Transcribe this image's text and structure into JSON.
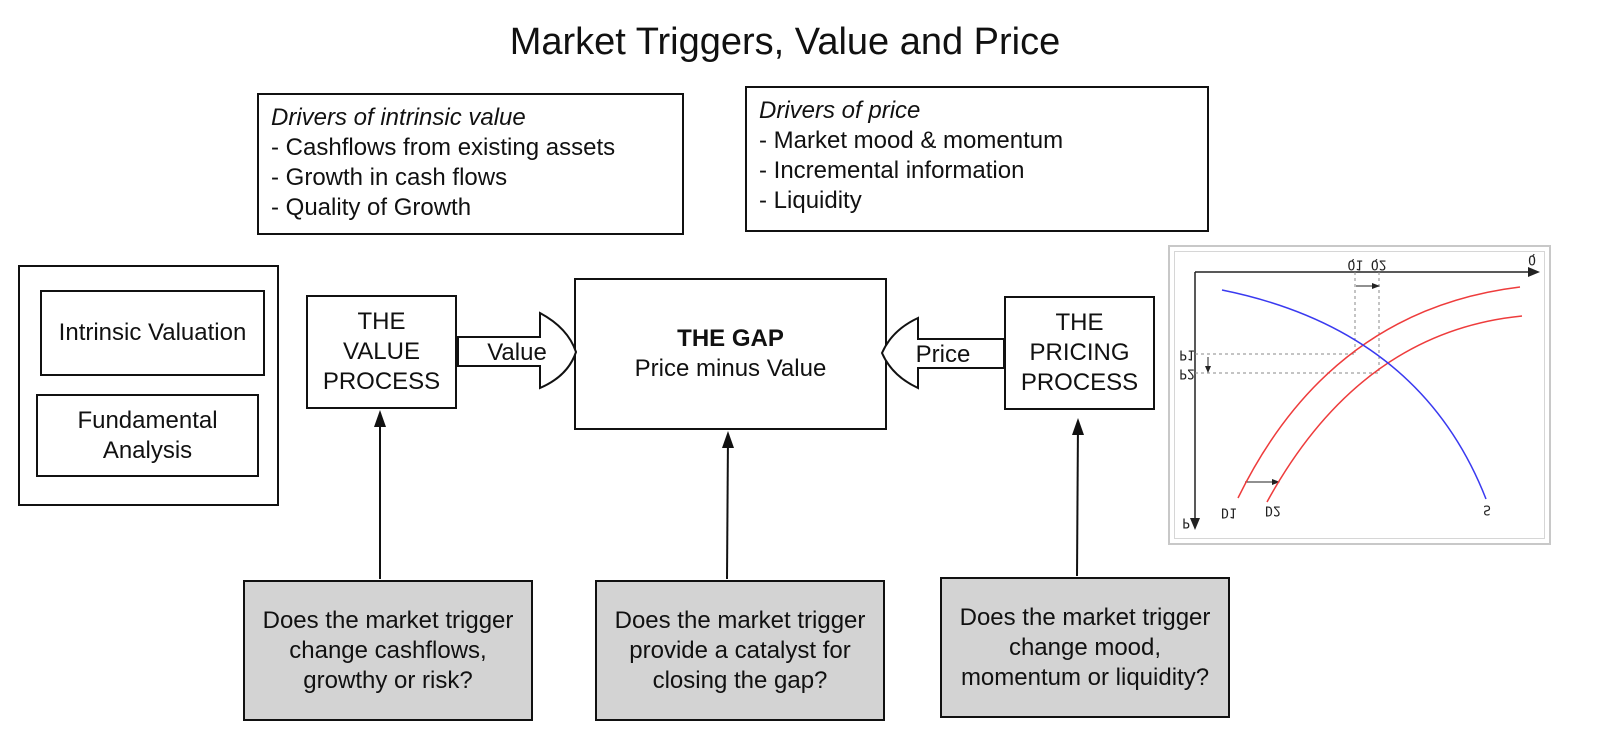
{
  "title": "Market Triggers, Value and Price",
  "intrinsic_drivers": {
    "heading": "Drivers of intrinsic value",
    "items": [
      "- Cashflows from existing assets",
      "- Growth in cash flows",
      "- Quality of Growth"
    ]
  },
  "price_drivers": {
    "heading": "Drivers of price",
    "items": [
      "- Market mood & momentum",
      "- Incremental information",
      "- Liquidity"
    ]
  },
  "methods": {
    "intrinsic_valuation": "Intrinsic Valuation",
    "fundamental_analysis": "Fundamental Analysis"
  },
  "value_process": "THE VALUE PROCESS",
  "value_arrow_label": "Value",
  "gap": {
    "title": "THE GAP",
    "subtitle": "Price minus Value"
  },
  "price_arrow_label": "Price",
  "pricing_process": "THE PRICING PROCESS",
  "questions": {
    "value": "Does the market trigger change cashflows, growthy or risk?",
    "gap": "Does the market trigger provide a catalyst for closing the gap?",
    "price": "Does the market trigger change mood, momentum or liquidity?"
  },
  "supply_demand_chart": {
    "labels": {
      "q_axis": "Q",
      "p_axis": "P",
      "q1_q2": "Q1 Q2",
      "p1": "P1",
      "p2": "P2",
      "d1": "D1",
      "d2": "D2",
      "s": "S"
    },
    "colors": {
      "demand": "#ee3c3c",
      "supply": "#3a3af0"
    }
  }
}
